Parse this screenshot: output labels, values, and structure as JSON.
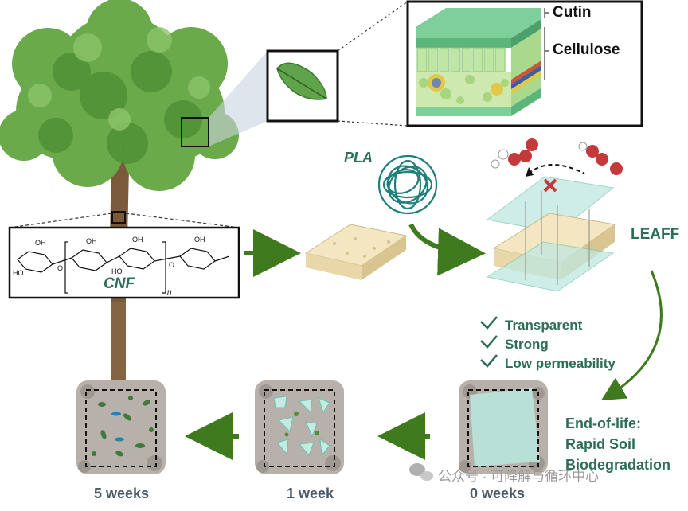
{
  "leaf_zoom": {
    "layer_top": "Cutin",
    "layer_bottom": "Cellulose"
  },
  "materials": {
    "pla": "PLA",
    "cnf": "CNF",
    "leaff": "LEAFF",
    "repeat_subscript": "n"
  },
  "chem_labels": {
    "oh": "OH",
    "ho": "HO",
    "o": "O"
  },
  "properties": [
    "Transparent",
    "Strong",
    "Low permeability"
  ],
  "end_of_life": [
    "End-of-life:",
    "Rapid Soil",
    "Biodegradation"
  ],
  "timeline": [
    "5 weeks",
    "1 week",
    "0 weeks"
  ],
  "watermark": "公众号 · 可降解与循环中心",
  "colors": {
    "accent_green": "#2c6e57",
    "arrow_green": "#3f7a1f",
    "leaf_green": "#6aaa4a",
    "soil_grey": "#b8b1ab"
  }
}
